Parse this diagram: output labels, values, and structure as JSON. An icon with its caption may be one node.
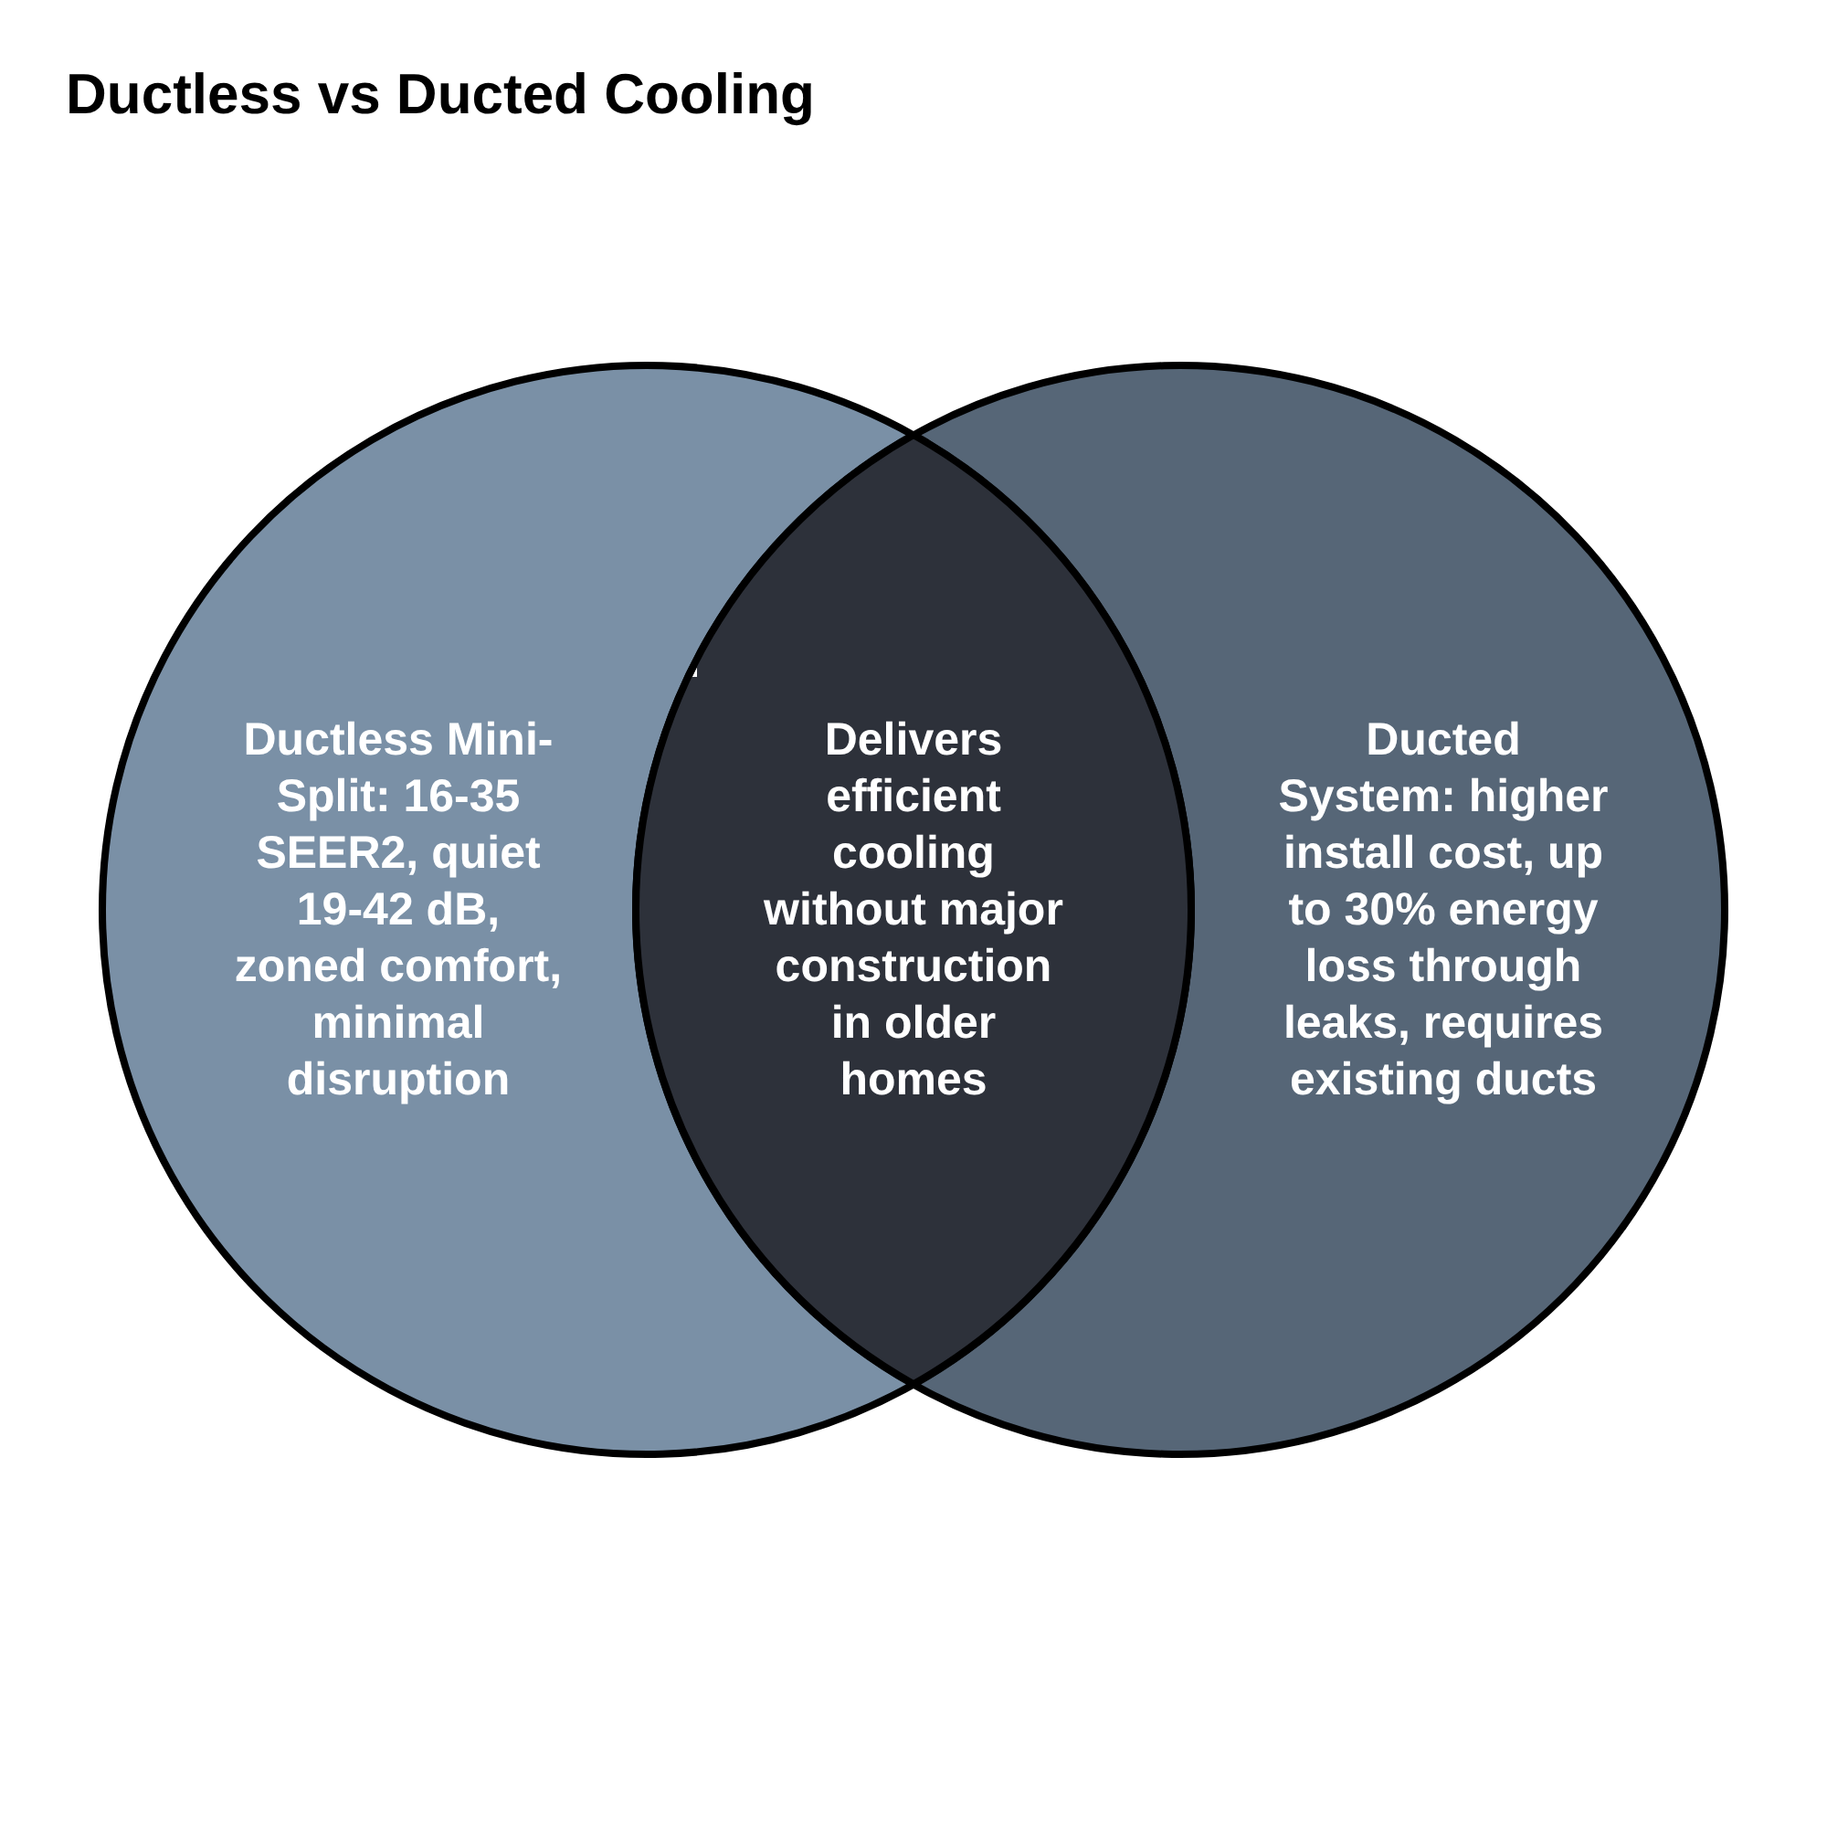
{
  "diagram": {
    "title": "Ductless vs Ducted Cooling",
    "nodes": [
      {
        "text": [
          "Ductless Mini-Split: 16-35 SEER2, quiet 19-42 dB, zoned comfort, minimal disruption"
        ]
      },
      {
        "text": [
          "Delivers efficient cooling without major construction in older homes"
        ]
      },
      {
        "text": [
          "Ducted System: higher install cost, up to 30% energy loss through leaks, requires existing ducts"
        ]
      }
    ]
  }
}
